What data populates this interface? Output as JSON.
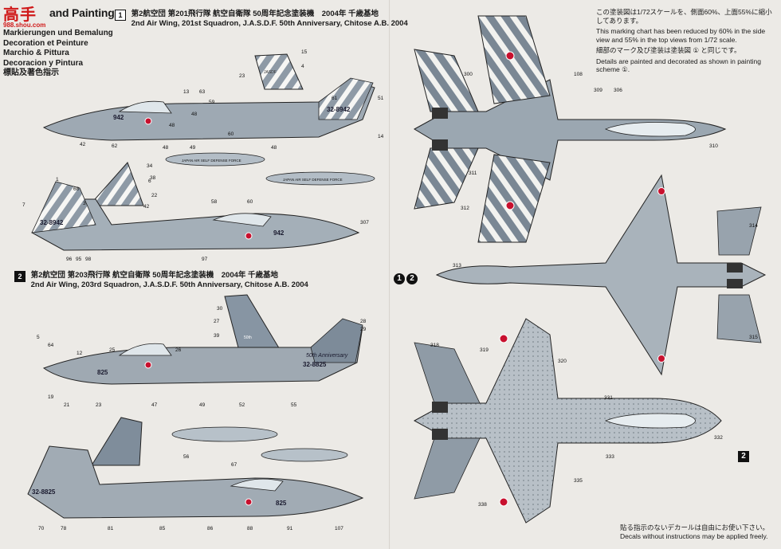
{
  "watermark": {
    "main": "高手",
    "sub": "988.shou.com"
  },
  "header": {
    "title": "and Painting",
    "subtitles": [
      "Markierungen und Bemalung",
      "Decoration et Peinture",
      "Marchio & Pittura",
      "Decoracion y Pintura",
      "標貼及著色指示"
    ]
  },
  "schemes": [
    {
      "id": "1",
      "line_jp": "第2航空団 第201飛行隊 航空自衛隊 50周年記念塗装機　2004年 千歳基地",
      "line_en": "2nd Air Wing, 201st Squadron, J.A.S.D.F. 50th Anniversary, Chitose A.B. 2004"
    },
    {
      "id": "2",
      "line_jp": "第2航空団 第203飛行隊 航空自衛隊 50周年記念塗装機　2004年 千歳基地",
      "line_en": "2nd Air Wing, 203rd Squadron, J.A.S.D.F. 50th Anniversary, Chitose A.B. 2004"
    }
  ],
  "notes": [
    "この塗装図は1/72スケールを、側面60%、上面55%に縮小してあります。",
    "This marking chart has been reduced by 60% in the side view and 55% in the top views from 1/72 scale.",
    "細部のマーク及び塗装は塗装図 ① と同じです。",
    "Details are painted and decorated as shown in painting scheme ①."
  ],
  "footer_notes": [
    "貼る指示のないデカールは自由にお使い下さい。",
    "Decals without instructions may be applied freely."
  ],
  "labels": {
    "pair_badges": [
      "1",
      "2"
    ],
    "scheme2_box": "2",
    "scheme2_box_top": "2",
    "tail_code_1": "32-8942",
    "nose_num_1": "942",
    "tail_code_2": "32-8825",
    "nose_num_2": "825",
    "tank_text_1": "JAPAN AIR SELF DEFENSE FORCE",
    "tank_text_2": "JAPAN AIR SELF DEFENSE FORCE",
    "anniv_text": "50th Anniversary"
  },
  "callouts": [
    "15",
    "4",
    "23",
    "13",
    "63",
    "59",
    "62",
    "42",
    "48",
    "49",
    "61",
    "51",
    "48",
    "14",
    "60",
    "58",
    "307",
    "95",
    "98",
    "96",
    "97",
    "34",
    "38",
    "48",
    "48",
    "60",
    "1",
    "42",
    "6",
    "22",
    "7",
    "68",
    "3",
    "5",
    "64",
    "12",
    "25",
    "26",
    "27",
    "28",
    "29",
    "30",
    "39",
    "19",
    "21",
    "23",
    "47",
    "49",
    "52",
    "55",
    "56",
    "67",
    "70",
    "78",
    "81",
    "85",
    "86",
    "88",
    "91",
    "107",
    "108",
    "300",
    "306",
    "309",
    "310",
    "311",
    "312",
    "313",
    "314",
    "315",
    "318",
    "319",
    "320",
    "331",
    "332",
    "333",
    "335",
    "338"
  ]
}
